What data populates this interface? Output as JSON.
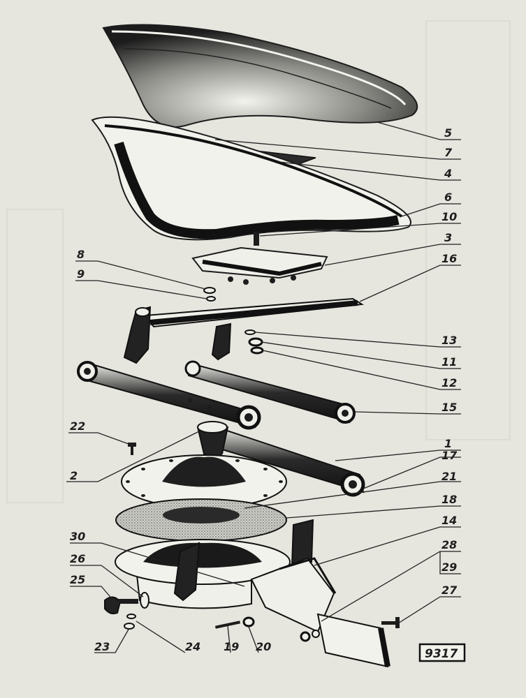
{
  "figure_number": "9317",
  "callouts": {
    "c1": "1",
    "c2": "2",
    "c3": "3",
    "c4": "4",
    "c5": "5",
    "c6": "6",
    "c7": "7",
    "c8": "8",
    "c9": "9",
    "c10": "10",
    "c11": "11",
    "c12": "12",
    "c13": "13",
    "c14": "14",
    "c15": "15",
    "c16": "16",
    "c17": "17",
    "c18": "18",
    "c19": "19",
    "c20": "20",
    "c21": "21",
    "c22": "22",
    "c23": "23",
    "c24": "24",
    "c25": "25",
    "c26": "26",
    "c27": "27",
    "c28": "28",
    "c29": "29",
    "c30": "30"
  },
  "colors": {
    "paper": "#e6e5de",
    "ink": "#1c1c1c"
  }
}
